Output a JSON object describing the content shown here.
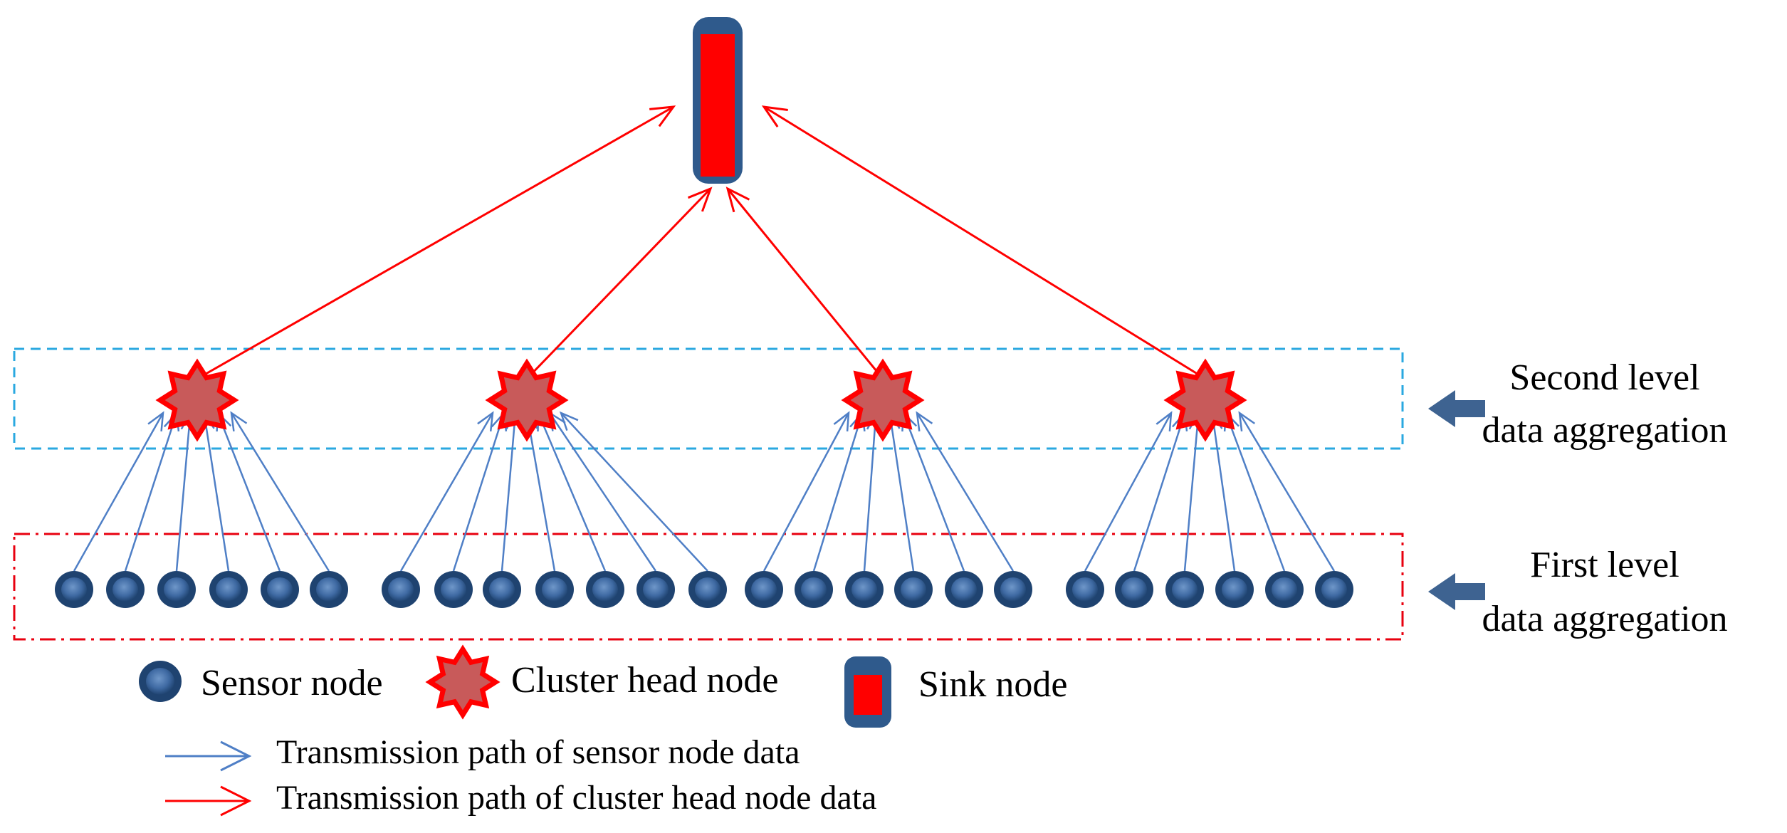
{
  "diagram": {
    "levels": {
      "second": {
        "line1": "Second level",
        "line2": "data aggregation"
      },
      "first": {
        "line1": "First level",
        "line2": "data aggregation"
      }
    },
    "legend": {
      "sensor": "Sensor node",
      "cluster_head": "Cluster head node",
      "sink": "Sink node",
      "sensor_path": "Transmission path of sensor node data",
      "cluster_path": "Transmission path of cluster head node data"
    },
    "clusters": [
      {
        "id": "c1",
        "sensor_count": 6
      },
      {
        "id": "c2",
        "sensor_count": 7
      },
      {
        "id": "c3",
        "sensor_count": 6
      },
      {
        "id": "c4",
        "sensor_count": 6
      }
    ],
    "colors": {
      "sensor_fill": "#264f80",
      "sensor_inner": "#5b86bd",
      "cluster_fill": "#c85a5a",
      "cluster_edge": "#ff0000",
      "sink_frame": "#2f5a8c",
      "sink_core": "#ff0000",
      "sensor_path": "#4f7fc6",
      "cluster_path": "#ff0000",
      "second_box": "#2aa8e0",
      "first_box": "#e8000f",
      "level_arrow": "#3e6391"
    },
    "icons": {
      "sensor": "circle-node-icon",
      "cluster_head": "star-burst-icon",
      "sink": "cylinder-sink-icon",
      "level_pointer": "left-arrow-icon"
    }
  }
}
